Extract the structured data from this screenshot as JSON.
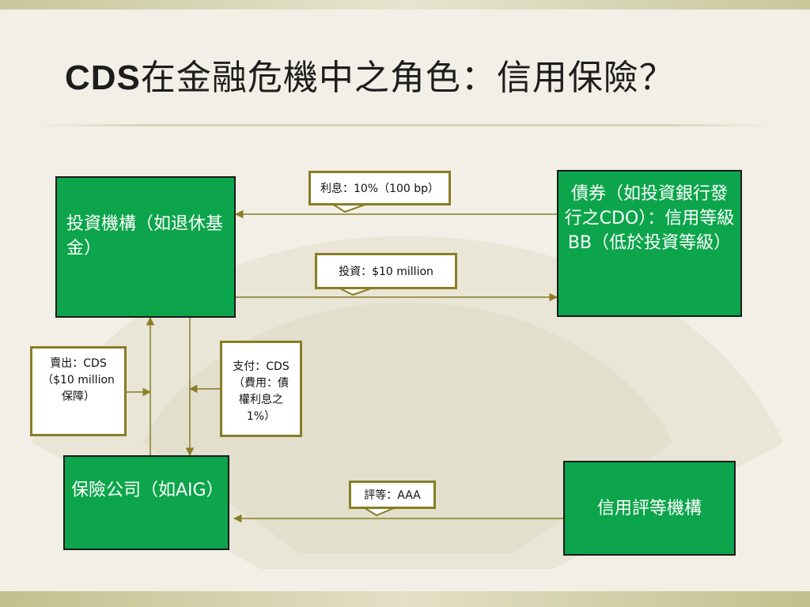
{
  "slide": {
    "title_latin": "CDS",
    "title_rest": "在金融危機中之角色：信用保險？"
  },
  "nodes": {
    "investor": "投資機構（如退休基金）",
    "bond": "債券（如投資銀行發行之CDO）：信用等級BB（低於投資等級）",
    "insurer": "保險公司（如AIG）",
    "rating_agency": "信用評等機構"
  },
  "callouts": {
    "interest": "利息：10%（100 bp）",
    "investment": "投資：$10 million",
    "sell_cds": "賣出：CDS（$10 million保障）",
    "pay_cds": "支付：CDS（費用：債權利息之1%）",
    "rating": "評等：AAA"
  },
  "colors": {
    "box_fill": "#0da54b",
    "arrow": "#8a7d24"
  }
}
